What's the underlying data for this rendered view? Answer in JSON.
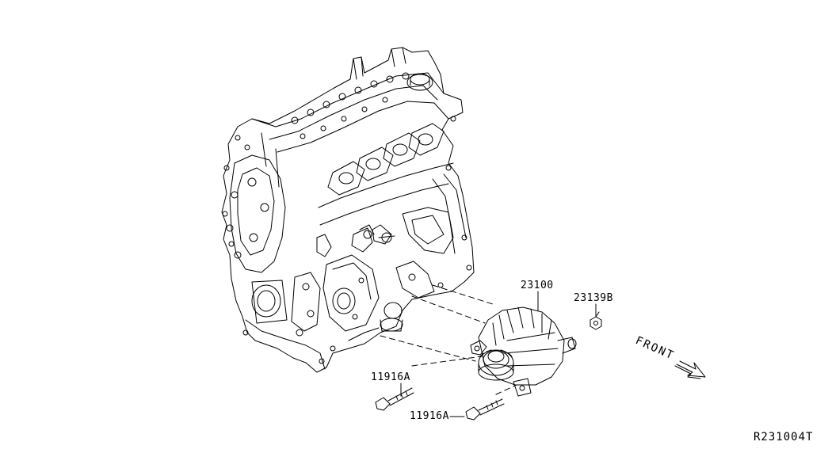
{
  "parts": {
    "alternator": "23100",
    "nut": "23139B",
    "bolt_upper": "11916A",
    "bolt_lower": "11916A"
  },
  "direction_label": "FRONT",
  "diagram_ref": "R231004T",
  "icons": [
    "engine-drawing",
    "alternator-drawing",
    "nut-drawing",
    "bolt-drawing",
    "front-arrow-icon"
  ]
}
